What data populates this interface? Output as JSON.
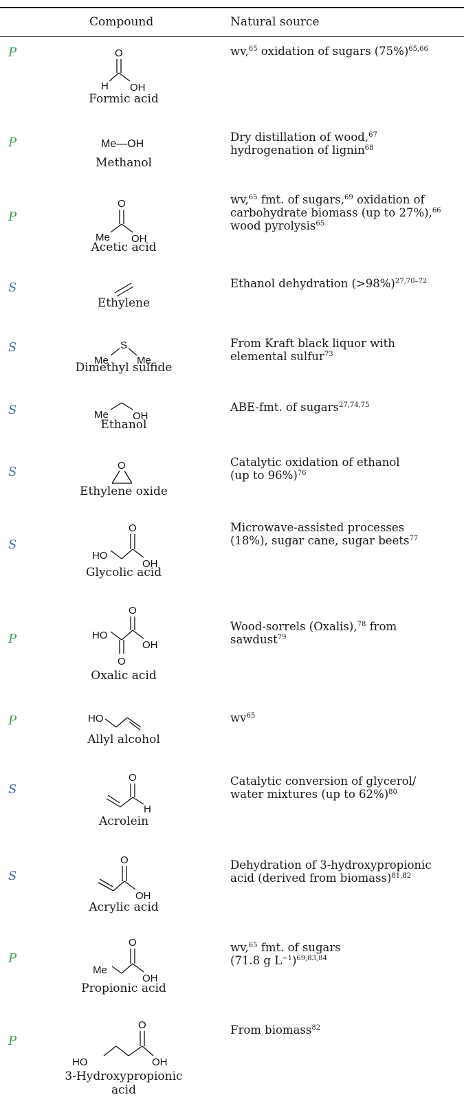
{
  "header": {
    "compound": "Compound",
    "source": "Natural source"
  },
  "rows": [
    {
      "tag": "P",
      "name": "Formic acid",
      "src": [
        {
          "t": "wv,"
        },
        {
          "s": "65"
        },
        {
          "t": " oxidation of sugars (75%)"
        },
        {
          "s": "65,66"
        }
      ]
    },
    {
      "tag": "P",
      "name": "Methanol",
      "src": [
        {
          "t": "Dry distillation of wood,"
        },
        {
          "s": "67"
        },
        {
          "t": "\nhydrogenation of lignin"
        },
        {
          "s": "68"
        }
      ]
    },
    {
      "tag": "P",
      "name": "Acetic acid",
      "src": [
        {
          "t": "wv,"
        },
        {
          "s": "65"
        },
        {
          "t": " fmt. of sugars,"
        },
        {
          "s": "69"
        },
        {
          "t": " oxidation of carbohydrate biomass (up to 27%),"
        },
        {
          "s": "66"
        },
        {
          "t": " wood pyrolysis"
        },
        {
          "s": "65"
        }
      ]
    },
    {
      "tag": "S",
      "name": "Ethylene",
      "src": [
        {
          "t": "Ethanol dehydration (>98%)"
        },
        {
          "s": "27,70–72"
        }
      ]
    },
    {
      "tag": "S",
      "name": "Dimethyl sulfide",
      "src": [
        {
          "t": "From Kraft black liquor with\nelemental sulfur"
        },
        {
          "s": "73"
        }
      ]
    },
    {
      "tag": "S",
      "name": "Ethanol",
      "src": [
        {
          "t": "ABE-fmt. of sugars"
        },
        {
          "s": "27,74,75"
        }
      ]
    },
    {
      "tag": "S",
      "name": "Ethylene oxide",
      "src": [
        {
          "t": "Catalytic oxidation of ethanol\n(up to 96%)"
        },
        {
          "s": "76"
        }
      ]
    },
    {
      "tag": "S",
      "name": "Glycolic acid",
      "src": [
        {
          "t": "Microwave-assisted processes\n(18%), sugar cane, sugar beets"
        },
        {
          "s": "77"
        }
      ]
    },
    {
      "tag": "P",
      "name": "Oxalic acid",
      "src": [
        {
          "t": "Wood-sorrels (Oxalis),"
        },
        {
          "s": "78"
        },
        {
          "t": " from\nsawdust"
        },
        {
          "s": "79"
        }
      ]
    },
    {
      "tag": "P",
      "name": "Allyl alcohol",
      "src": [
        {
          "t": "wv"
        },
        {
          "s": "65"
        }
      ]
    },
    {
      "tag": "S",
      "name": "Acrolein",
      "src": [
        {
          "t": "Catalytic conversion of glycerol/\nwater mixtures (up to 62%)"
        },
        {
          "s": "80"
        }
      ]
    },
    {
      "tag": "S",
      "name": "Acrylic acid",
      "src": [
        {
          "t": "Dehydration of 3-hydroxypropionic\nacid (derived from biomass)"
        },
        {
          "s": "81,82"
        }
      ]
    },
    {
      "tag": "P",
      "name": "Propionic acid",
      "src": [
        {
          "t": "wv,"
        },
        {
          "s": "65"
        },
        {
          "t": " fmt. of sugars\n(71.8 g L"
        },
        {
          "s": "−1"
        },
        {
          "t": ")"
        },
        {
          "s": "69,83,84"
        }
      ]
    },
    {
      "tag": "P",
      "name": "3-Hydroxypropionic acid",
      "src": [
        {
          "t": "From biomass"
        },
        {
          "s": "82"
        }
      ]
    }
  ],
  "atoms": {
    "O": "O",
    "H": "H",
    "OH": "OH",
    "HO": "HO",
    "Me": "Me",
    "S": "S",
    "MeOH": "Me—OH"
  }
}
